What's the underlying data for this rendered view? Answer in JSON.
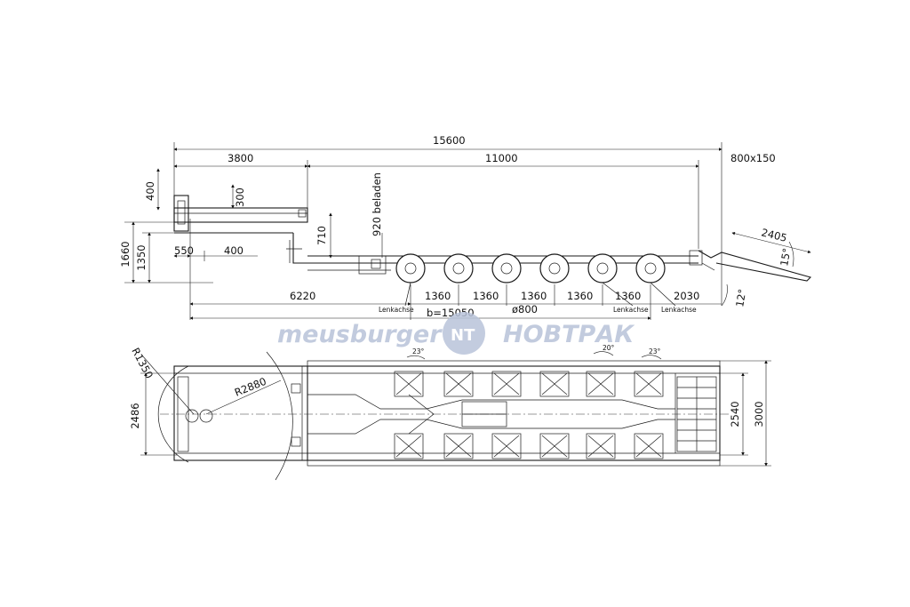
{
  "side_view": {
    "overall_length": "15600",
    "gooseneck_length": "3800",
    "deck_length": "11000",
    "ramp_size": "800x150",
    "dim_400_top": "400",
    "dim_300": "300",
    "dim_920": "920 beladen",
    "dim_710": "710",
    "dim_1660": "1660",
    "dim_1350": "1350",
    "dim_550": "550",
    "dim_400_bottom": "400",
    "ramp_length": "2405",
    "ramp_angle": "15°",
    "rear_angle": "12°",
    "dim_6220": "6220",
    "axle_spacings": [
      "1360",
      "1360",
      "1360",
      "1360",
      "1360"
    ],
    "dim_2030": "2030",
    "wheelbase": "b=15050",
    "wheel_diameter": "ø800",
    "steer_label_1": "Lenkachse",
    "steer_label_2": "Lenkachse",
    "steer_label_3": "Lenkachse"
  },
  "watermark": {
    "left": "meusburger",
    "right": "НОВТРАК",
    "logo_glyph": "NT"
  },
  "top_view": {
    "radius_front": "R1350",
    "radius_turn": "R2880",
    "front_width": "2486",
    "deck_width": "2540",
    "overall_width": "3000",
    "angle_1": "23°",
    "angle_2": "20°",
    "angle_3": "23°"
  }
}
